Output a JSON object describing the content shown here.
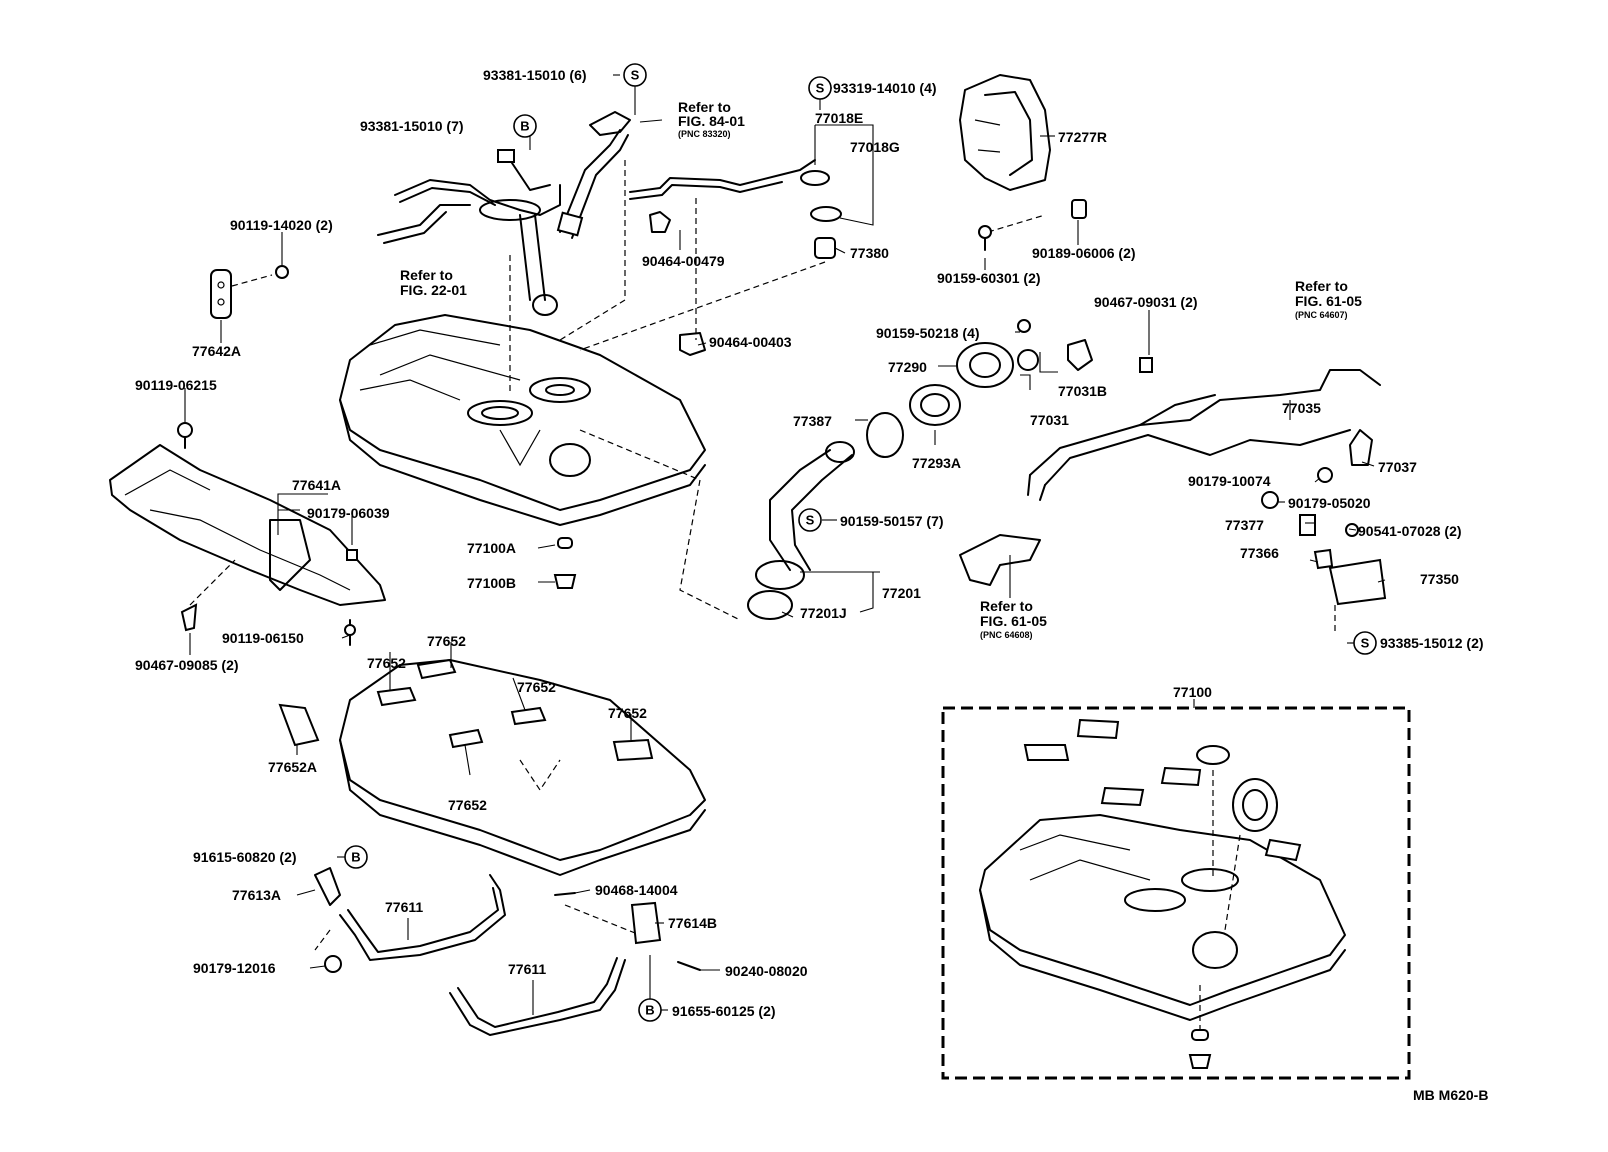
{
  "labels": {
    "p93381_15010_6": "93381-15010 (6)",
    "p93381_15010_7": "93381-15010 (7)",
    "refer_84_l1": "Refer to",
    "refer_84_l2": "FIG. 84-01",
    "refer_84_l3": "(PNC 83320)",
    "p93319_14010_4": "93319-14010 (4)",
    "p77018E": "77018E",
    "p77018G": "77018G",
    "p77277R": "77277R",
    "p90119_14020_2": "90119-14020 (2)",
    "refer_22_l1": "Refer to",
    "refer_22_l2": "FIG. 22-01",
    "p77642A": "77642A",
    "p90464_00479": "90464-00479",
    "p77380": "77380",
    "p90189_06006_2": "90189-06006 (2)",
    "p90159_60301_2": "90159-60301 (2)",
    "p90464_00403": "90464-00403",
    "refer_61a_l1": "Refer to",
    "refer_61a_l2": "FIG. 61-05",
    "refer_61a_l3": "(PNC 64607)",
    "p90467_09031_2": "90467-09031 (2)",
    "p90159_50218_4": "90159-50218 (4)",
    "p77290": "77290",
    "p77031B": "77031B",
    "p77031": "77031",
    "p90119_06215": "90119-06215",
    "p77387": "77387",
    "p77293A": "77293A",
    "p77035": "77035",
    "p77037": "77037",
    "p90179_10074": "90179-10074",
    "p90179_05020": "90179-05020",
    "p77641A": "77641A",
    "p90179_06039": "90179-06039",
    "p90159_50157_7": "90159-50157 (7)",
    "p77377": "77377",
    "p90541_07028_2": "90541-07028 (2)",
    "p77100A": "77100A",
    "p77366": "77366",
    "p77350": "77350",
    "p77100B": "77100B",
    "p77201": "77201",
    "p77201J": "77201J",
    "refer_61b_l1": "Refer to",
    "refer_61b_l2": "FIG. 61-05",
    "refer_61b_l3": "(PNC 64608)",
    "p93385_15012_2": "93385-15012 (2)",
    "p90119_06150": "90119-06150",
    "p90467_09085_2": "90467-09085 (2)",
    "p77652_a": "77652",
    "p77652_b": "77652",
    "p77652_c": "77652",
    "p77652_d": "77652",
    "p77652_e": "77652",
    "p77652A": "77652A",
    "p77100": "77100",
    "p91615_60820_2": "91615-60820 (2)",
    "p77613A": "77613A",
    "p77611_a": "77611",
    "p90468_14004": "90468-14004",
    "p77614B": "77614B",
    "p90179_12016": "90179-12016",
    "p90240_08020": "90240-08020",
    "p77611_b": "77611",
    "p91655_60125_2": "91655-60125 (2)",
    "footer_code": "MB M620-B"
  },
  "symbols": {
    "s_mark": "S",
    "b_mark": "B"
  }
}
